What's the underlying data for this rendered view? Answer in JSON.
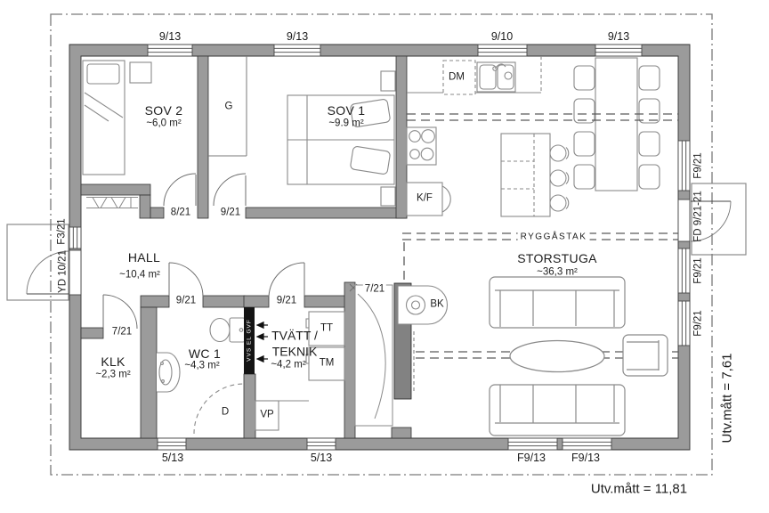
{
  "measurements": {
    "width_label": "Utv.mått = 11,81",
    "height_label": "Utv.mått = 7,61"
  },
  "ceiling_ridge_label": "RYGGÅSTAK",
  "windows": {
    "top": [
      "9/13",
      "9/13",
      "9/10",
      "9/13"
    ],
    "bottom": [
      "5/13",
      "5/13",
      "F9/13",
      "F9/13"
    ],
    "right": [
      "F9/21",
      "FD 9/21-21",
      "F9/21",
      "F9/21"
    ],
    "left": [
      "F3/21",
      "YD 10/21"
    ]
  },
  "doors": {
    "sov2": "8/21",
    "sov1": "9/21",
    "wc1": "9/21",
    "tvatt": "9/21",
    "klk": "7/21",
    "closet": "7/21"
  },
  "rooms": {
    "sov2": {
      "name": "SOV 2",
      "area": "~6,0 m²"
    },
    "sov1": {
      "name": "SOV 1",
      "area": "~9.9 m²"
    },
    "closet_g": {
      "name": "G"
    },
    "hall": {
      "name": "HALL",
      "area": "~10,4 m²"
    },
    "klk": {
      "name": "KLK",
      "area": "~2,3 m²"
    },
    "wc1": {
      "name": "WC 1",
      "area": "~4,3 m²"
    },
    "tvatt": {
      "name": "TVÄTT /\nTEKNIK",
      "area": "~4,2 m²"
    },
    "storstuga": {
      "name": "STORSTUGA",
      "area": "~36,3 m²"
    }
  },
  "fixtures": {
    "dm": "DM",
    "kf": "K/F",
    "bk": "BK",
    "tt": "TT",
    "tm": "TM",
    "vp": "VP",
    "shower": "D",
    "duct": "VVS EL GVF"
  }
}
